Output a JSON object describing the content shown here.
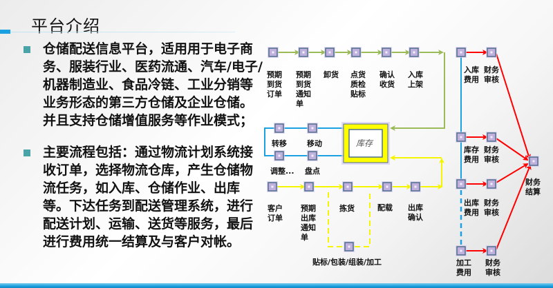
{
  "slide": {
    "title": "平台介绍",
    "bullets": [
      {
        "text": "仓储配送信息平台，适用用于电子商务、服装行业、医药流通、汽车/电子/机器制造业、食品冷链、工业分销等业务形态的第三方仓储及企业仓储。并且支持仓储增值服务等作业模式；"
      },
      {
        "text": "主要流程包括：通过物流计划系统接收订单，选择物流仓库，产生仓储物流任务，如入库、仓储作业、出库等。下达任务到配送管理系统，进行配送计划、运输、送货等服务，最后进行费用统一结算及与客户对帐。"
      }
    ]
  },
  "diagram": {
    "colors": {
      "inbound": "#9bbb59",
      "internal": "#1ba1e2",
      "outbound": "#f5f500",
      "finance": "#ff0000",
      "node_fill": "#b9a6d9",
      "node_border": "#4f6e8c",
      "inventory_border": "#ffff00"
    },
    "inventory": {
      "label": "库存"
    },
    "inbound_steps": [
      {
        "label": [
          "预期",
          "到货",
          "订单"
        ]
      },
      {
        "label": [
          "预期",
          "到货",
          "通知",
          "单"
        ]
      },
      {
        "label": [
          "卸货"
        ]
      },
      {
        "label": [
          "点货",
          "质检",
          "贴标"
        ]
      },
      {
        "label": [
          "确认",
          "收货"
        ]
      },
      {
        "label": [
          "入库",
          "上架"
        ]
      }
    ],
    "internal_steps": [
      {
        "label": "转移"
      },
      {
        "label": "移动"
      },
      {
        "label": "调整..."
      },
      {
        "label": "盘点"
      }
    ],
    "outbound_steps": [
      {
        "label": [
          "客户",
          "订单"
        ]
      },
      {
        "label": [
          "预期",
          "出库",
          "通知",
          "单"
        ]
      },
      {
        "label": [
          "拣货"
        ]
      },
      {
        "label": [
          "配载"
        ]
      },
      {
        "label": [
          "出库",
          "确认"
        ]
      }
    ],
    "value_added": {
      "label": "贴标/包装/组装/加工"
    },
    "fees": [
      {
        "fee": [
          "入库",
          "费用"
        ],
        "audit": [
          "财务",
          "审核"
        ]
      },
      {
        "fee": [
          "库存",
          "费用"
        ],
        "audit": [
          "财务",
          "审核"
        ]
      },
      {
        "fee": [
          "出库",
          "费用"
        ],
        "audit": [
          "财务",
          "审核"
        ]
      },
      {
        "fee": [
          "加工",
          "费用"
        ],
        "audit": [
          "财务",
          "审核"
        ]
      }
    ],
    "settlement": {
      "label": [
        "财务",
        "结算"
      ]
    }
  }
}
